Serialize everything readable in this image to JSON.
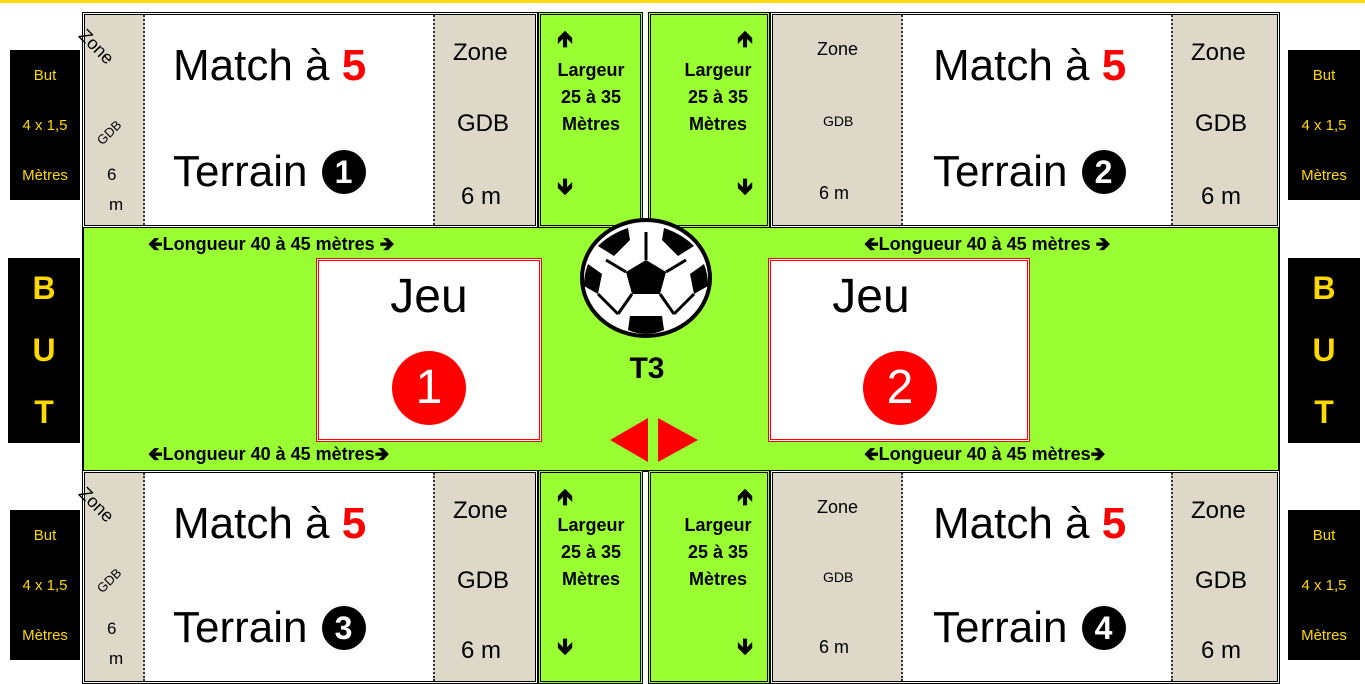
{
  "colors": {
    "field": "#99ff33",
    "accent": "#ff0000",
    "goal_bg": "#000000",
    "goal_text": "#ffd800",
    "zone": "#ddd8c8"
  },
  "side_goals": {
    "line1": "But",
    "line2": "4 x 1,5",
    "line3": "Mètres"
  },
  "big_goals": {
    "letters": [
      "B",
      "U",
      "T"
    ]
  },
  "pitches": [
    {
      "title_prefix": "Match à ",
      "title_number": "5",
      "terrain_label": "Terrain",
      "terrain_number": "1",
      "left_zone": {
        "l1": "Zone",
        "l2": "GDB",
        "l3": "6",
        "l4": "m"
      },
      "right_zone": {
        "l1": "Zone",
        "l2": "GDB",
        "l3": "6 m"
      }
    },
    {
      "title_prefix": "Match à ",
      "title_number": "5",
      "terrain_label": "Terrain",
      "terrain_number": "2",
      "left_zone": {
        "l1": "Zone",
        "l2": "GDB",
        "l3": "6 m"
      },
      "right_zone": {
        "l1": "Zone",
        "l2": "GDB",
        "l3": "6 m"
      }
    },
    {
      "title_prefix": "Match à ",
      "title_number": "5",
      "terrain_label": "Terrain",
      "terrain_number": "3",
      "left_zone": {
        "l1": "Zone",
        "l2": "GDB",
        "l3": "6",
        "l4": "m"
      },
      "right_zone": {
        "l1": "Zone",
        "l2": "GDB",
        "l3": "6 m"
      }
    },
    {
      "title_prefix": "Match à ",
      "title_number": "5",
      "terrain_label": "Terrain",
      "terrain_number": "4",
      "left_zone": {
        "l1": "Zone",
        "l2": "GDB",
        "l3": "6 m"
      },
      "right_zone": {
        "l1": "Zone",
        "l2": "GDB",
        "l3": "6 m"
      }
    }
  ],
  "width_label": {
    "l1": "Largeur",
    "l2": "25 à 35",
    "l3": "Mètres",
    "arrow_up": "🡹",
    "arrow_down": "🡻"
  },
  "length_labels": {
    "top": "🡸Longueur 40 à 45 mètres 🡺",
    "bottom": "🡸Longueur 40 à 45 mètres🡺"
  },
  "jeu": [
    {
      "title": "Jeu",
      "number": "1"
    },
    {
      "title": "Jeu",
      "number": "2"
    }
  ],
  "center": {
    "label": "T3",
    "icon": "soccer-ball-icon"
  }
}
